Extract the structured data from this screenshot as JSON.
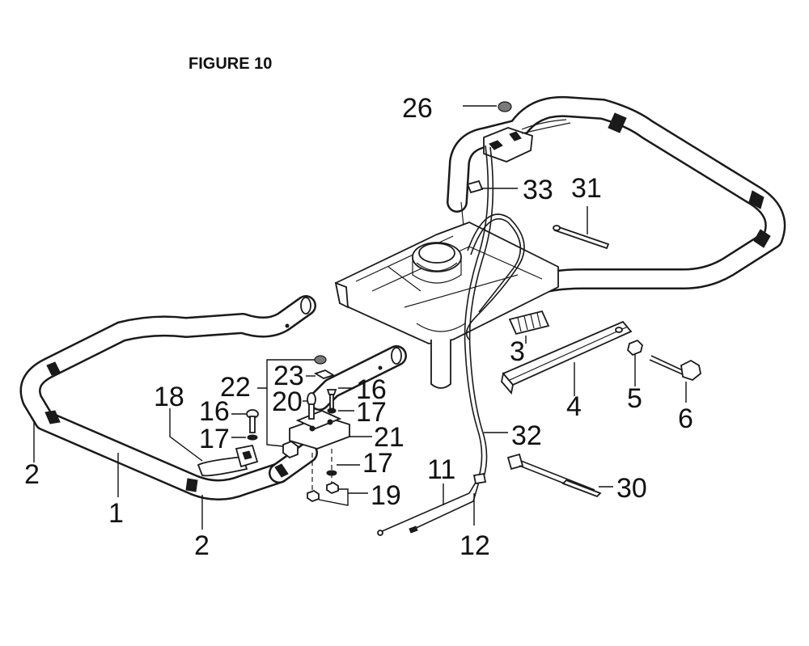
{
  "figure": {
    "title": "FIGURE 10"
  },
  "callouts": [
    {
      "id": "c26",
      "text": "26"
    },
    {
      "id": "c33",
      "text": "33"
    },
    {
      "id": "c31",
      "text": "31"
    },
    {
      "id": "c3",
      "text": "3"
    },
    {
      "id": "c4",
      "text": "4"
    },
    {
      "id": "c5",
      "text": "5"
    },
    {
      "id": "c6",
      "text": "6"
    },
    {
      "id": "c32",
      "text": "32"
    },
    {
      "id": "c30",
      "text": "30"
    },
    {
      "id": "c11",
      "text": "11"
    },
    {
      "id": "c12",
      "text": "12"
    },
    {
      "id": "c22",
      "text": "22"
    },
    {
      "id": "c23",
      "text": "23"
    },
    {
      "id": "c16a",
      "text": "16"
    },
    {
      "id": "c20",
      "text": "20"
    },
    {
      "id": "c17a",
      "text": "17"
    },
    {
      "id": "c21",
      "text": "21"
    },
    {
      "id": "c17b",
      "text": "17"
    },
    {
      "id": "c19",
      "text": "19"
    },
    {
      "id": "c18",
      "text": "18"
    },
    {
      "id": "c16b",
      "text": "16"
    },
    {
      "id": "c17c",
      "text": "17"
    },
    {
      "id": "c2a",
      "text": "2"
    },
    {
      "id": "c1",
      "text": "1"
    },
    {
      "id": "c2b",
      "text": "2"
    }
  ]
}
